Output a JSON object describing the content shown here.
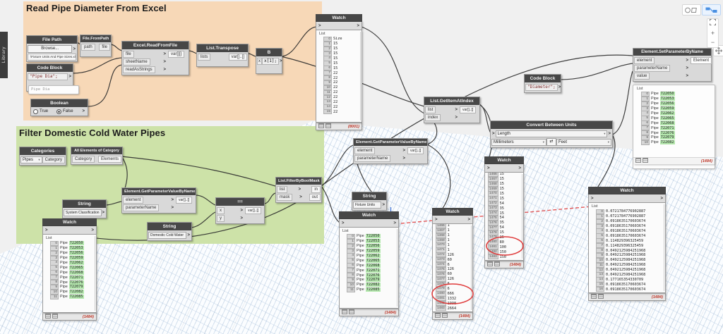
{
  "ui": {
    "library_tab_label": "Library",
    "zoom_fit": "⛶",
    "zoom_in": "+",
    "zoom_out": "−"
  },
  "groups": {
    "excel": {
      "title": "Read Pipe Diameter From Excel",
      "color": "#f7d8b7"
    },
    "filter": {
      "title": "Filter Domestic Cold Water Pipes",
      "color": "#cde2a8"
    }
  },
  "nodes": {
    "file_path": {
      "title": "File Path",
      "browse": "Browse...",
      "path": "\\Fixture Units And Pipe Sizes.xlsx"
    },
    "file_from_path": {
      "title": "File.FromPath",
      "in": "path",
      "out": "file"
    },
    "excel_read": {
      "title": "Excel.ReadFromFile",
      "in1": "file",
      "in2": "sheetName",
      "in3": "readAsStrings",
      "out": "var[][]"
    },
    "list_transpose": {
      "title": "List.Transpose",
      "in": "lists",
      "out": "var[]..[]"
    },
    "code_b": {
      "title": "B",
      "in": "x",
      "code": "x[1];"
    },
    "code_pipe_dia": {
      "title": "Code Block",
      "code": "\"Pipe Dia\";"
    },
    "pipe_dia_preview": "Pipe Dia",
    "boolean": {
      "title": "Boolean",
      "opt_true": "True",
      "opt_false": "False"
    },
    "categories": {
      "title": "Categories",
      "value": "Pipes",
      "out": "Category"
    },
    "all_elements": {
      "title": "All Elements of Category",
      "in": "Category",
      "out": "Elements"
    },
    "string_sysclass": {
      "title": "String",
      "value": "System Classification"
    },
    "get_param_1": {
      "title": "Element.GetParameterValueByName",
      "in1": "element",
      "in2": "parameterName",
      "out": "var[]..[]"
    },
    "string_dcw": {
      "title": "String",
      "value": "Domestic Cold Water"
    },
    "equals": {
      "title": "==",
      "in1": "x",
      "in2": "y",
      "out": "var[]..[]"
    },
    "filter_bool": {
      "title": "List.FilterByBoolMask",
      "in1": "list",
      "in2": "mask",
      "out1": "in",
      "out2": "out"
    },
    "get_param_2": {
      "title": "Element.GetParameterValueByName",
      "in1": "element",
      "in2": "parameterName",
      "out": "var[]..[]"
    },
    "string_fixture": {
      "title": "String",
      "value": "Fixture Units"
    },
    "get_item": {
      "title": "List.GetItemAtIndex",
      "in1": "list",
      "in2": "index",
      "out": "var[]..[]"
    },
    "code_diameter": {
      "title": "Code Block",
      "code": "\"Diameter\";"
    },
    "convert_units": {
      "title": "Convert Between Units",
      "measure": "Length",
      "from": "Millimeters",
      "to": "Feet",
      "swap": "⇄"
    },
    "set_param": {
      "title": "Element.SetParameterByName",
      "in1": "element",
      "in2": "parameterName",
      "in3": "value",
      "out": "Element"
    }
  },
  "watches": {
    "title": "Watch",
    "list_header": "List",
    "excel": {
      "count": "(8001)",
      "rows": [
        {
          "i": "0",
          "v": "Size"
        },
        {
          "i": "1",
          "v": "15"
        },
        {
          "i": "2",
          "v": "15"
        },
        {
          "i": "3",
          "v": "15"
        },
        {
          "i": "4",
          "v": "15"
        },
        {
          "i": "5",
          "v": "15"
        },
        {
          "i": "6",
          "v": "15"
        },
        {
          "i": "7",
          "v": "22"
        },
        {
          "i": "8",
          "v": "22"
        },
        {
          "i": "9",
          "v": "22"
        },
        {
          "i": "10",
          "v": "22"
        },
        {
          "i": "11",
          "v": "22"
        },
        {
          "i": "12",
          "v": "22"
        },
        {
          "i": "13",
          "v": "22"
        },
        {
          "i": "14",
          "v": "22"
        },
        {
          "i": "15",
          "v": "22"
        }
      ]
    },
    "pipes": {
      "count": "(1484)",
      "rows": [
        {
          "i": "0",
          "t": "Pipe",
          "v": "722050",
          "g": true
        },
        {
          "i": "1",
          "t": "Pipe",
          "v": "722053",
          "g": true
        },
        {
          "i": "2",
          "t": "Pipe",
          "v": "722056",
          "g": true
        },
        {
          "i": "3",
          "t": "Pipe",
          "v": "722059",
          "g": true
        },
        {
          "i": "4",
          "t": "Pipe",
          "v": "722062",
          "g": true
        },
        {
          "i": "5",
          "t": "Pipe",
          "v": "722065",
          "g": true
        },
        {
          "i": "6",
          "t": "Pipe",
          "v": "722068",
          "g": true
        },
        {
          "i": "7",
          "t": "Pipe",
          "v": "722071",
          "g": true
        },
        {
          "i": "8",
          "t": "Pipe",
          "v": "722076",
          "g": true
        },
        {
          "i": "9",
          "t": "Pipe",
          "v": "722079",
          "g": true
        },
        {
          "i": "10",
          "t": "Pipe",
          "v": "722082",
          "g": true
        },
        {
          "i": "11",
          "t": "Pipe",
          "v": "722085",
          "g": true
        }
      ]
    },
    "fixture_units": {
      "count": "(1484)",
      "rows": [
        {
          "i": "1466",
          "v": "1"
        },
        {
          "i": "1467",
          "v": "1"
        },
        {
          "i": "1468",
          "v": "1"
        },
        {
          "i": "1469",
          "v": "1"
        },
        {
          "i": "1470",
          "v": "1"
        },
        {
          "i": "1471",
          "v": "1"
        },
        {
          "i": "1472",
          "v": "126"
        },
        {
          "i": "1473",
          "v": "60"
        },
        {
          "i": "1474",
          "v": "6"
        },
        {
          "i": "1475",
          "v": "126"
        },
        {
          "i": "1476",
          "v": "60"
        },
        {
          "i": "1477",
          "v": "126"
        },
        {
          "i": "1478",
          "v": "6"
        },
        {
          "i": "1479",
          "v": "6"
        },
        {
          "i": "1480",
          "v": "666"
        },
        {
          "i": "1481",
          "v": "1332"
        },
        {
          "i": "1482",
          "v": "1998"
        },
        {
          "i": "1483",
          "v": "2664"
        }
      ]
    },
    "sizes_mm": {
      "count": "(1484)",
      "rows": [
        {
          "i": "1466",
          "v": "15"
        },
        {
          "i": "1467",
          "v": "15"
        },
        {
          "i": "1468",
          "v": "15"
        },
        {
          "i": "1469",
          "v": "15"
        },
        {
          "i": "1470",
          "v": "15"
        },
        {
          "i": "1471",
          "v": "15"
        },
        {
          "i": "1472",
          "v": "54"
        },
        {
          "i": "1473",
          "v": "35"
        },
        {
          "i": "1474",
          "v": "15"
        },
        {
          "i": "1475",
          "v": "54"
        },
        {
          "i": "1476",
          "v": "35"
        },
        {
          "i": "1477",
          "v": "54"
        },
        {
          "i": "1478",
          "v": "15"
        },
        {
          "i": "1479",
          "v": "15"
        },
        {
          "i": "1480",
          "v": "80"
        },
        {
          "i": "1481",
          "v": "100"
        },
        {
          "i": "1482",
          "v": "150"
        },
        {
          "i": "1483",
          "v": "150"
        }
      ]
    },
    "feet": {
      "count": "(1484)",
      "rows": [
        {
          "i": "0",
          "v": "0.0721784776902887"
        },
        {
          "i": "1",
          "v": "0.0721784776902887"
        },
        {
          "i": "2",
          "v": "0.0918635170603674"
        },
        {
          "i": "3",
          "v": "0.0918635170603674"
        },
        {
          "i": "4",
          "v": "0.0918635170603674"
        },
        {
          "i": "5",
          "v": "0.0918635170603674"
        },
        {
          "i": "6",
          "v": "0.114829396325459"
        },
        {
          "i": "7",
          "v": "0.114829396325459"
        },
        {
          "i": "8",
          "v": "0.0492125984251968"
        },
        {
          "i": "9",
          "v": "0.0492125984251968"
        },
        {
          "i": "10",
          "v": "0.0492125984251968"
        },
        {
          "i": "11",
          "v": "0.0492125984251968"
        },
        {
          "i": "12",
          "v": "0.0492125984251968"
        },
        {
          "i": "13",
          "v": "0.0492125984251968"
        },
        {
          "i": "14",
          "v": "0.177165354330709"
        },
        {
          "i": "15",
          "v": "0.0918635170603674"
        },
        {
          "i": "16",
          "v": "0.0918635170603674"
        }
      ]
    },
    "result": {
      "count": "(1484)"
    }
  },
  "colors": {
    "annotation_red": "#e03c3c",
    "count_red": "#c0392b",
    "wire": "#2b2b2b",
    "group_orange": "#f7d8b7",
    "group_green": "#cde2a8",
    "accent_blue": "#4a90e2"
  }
}
